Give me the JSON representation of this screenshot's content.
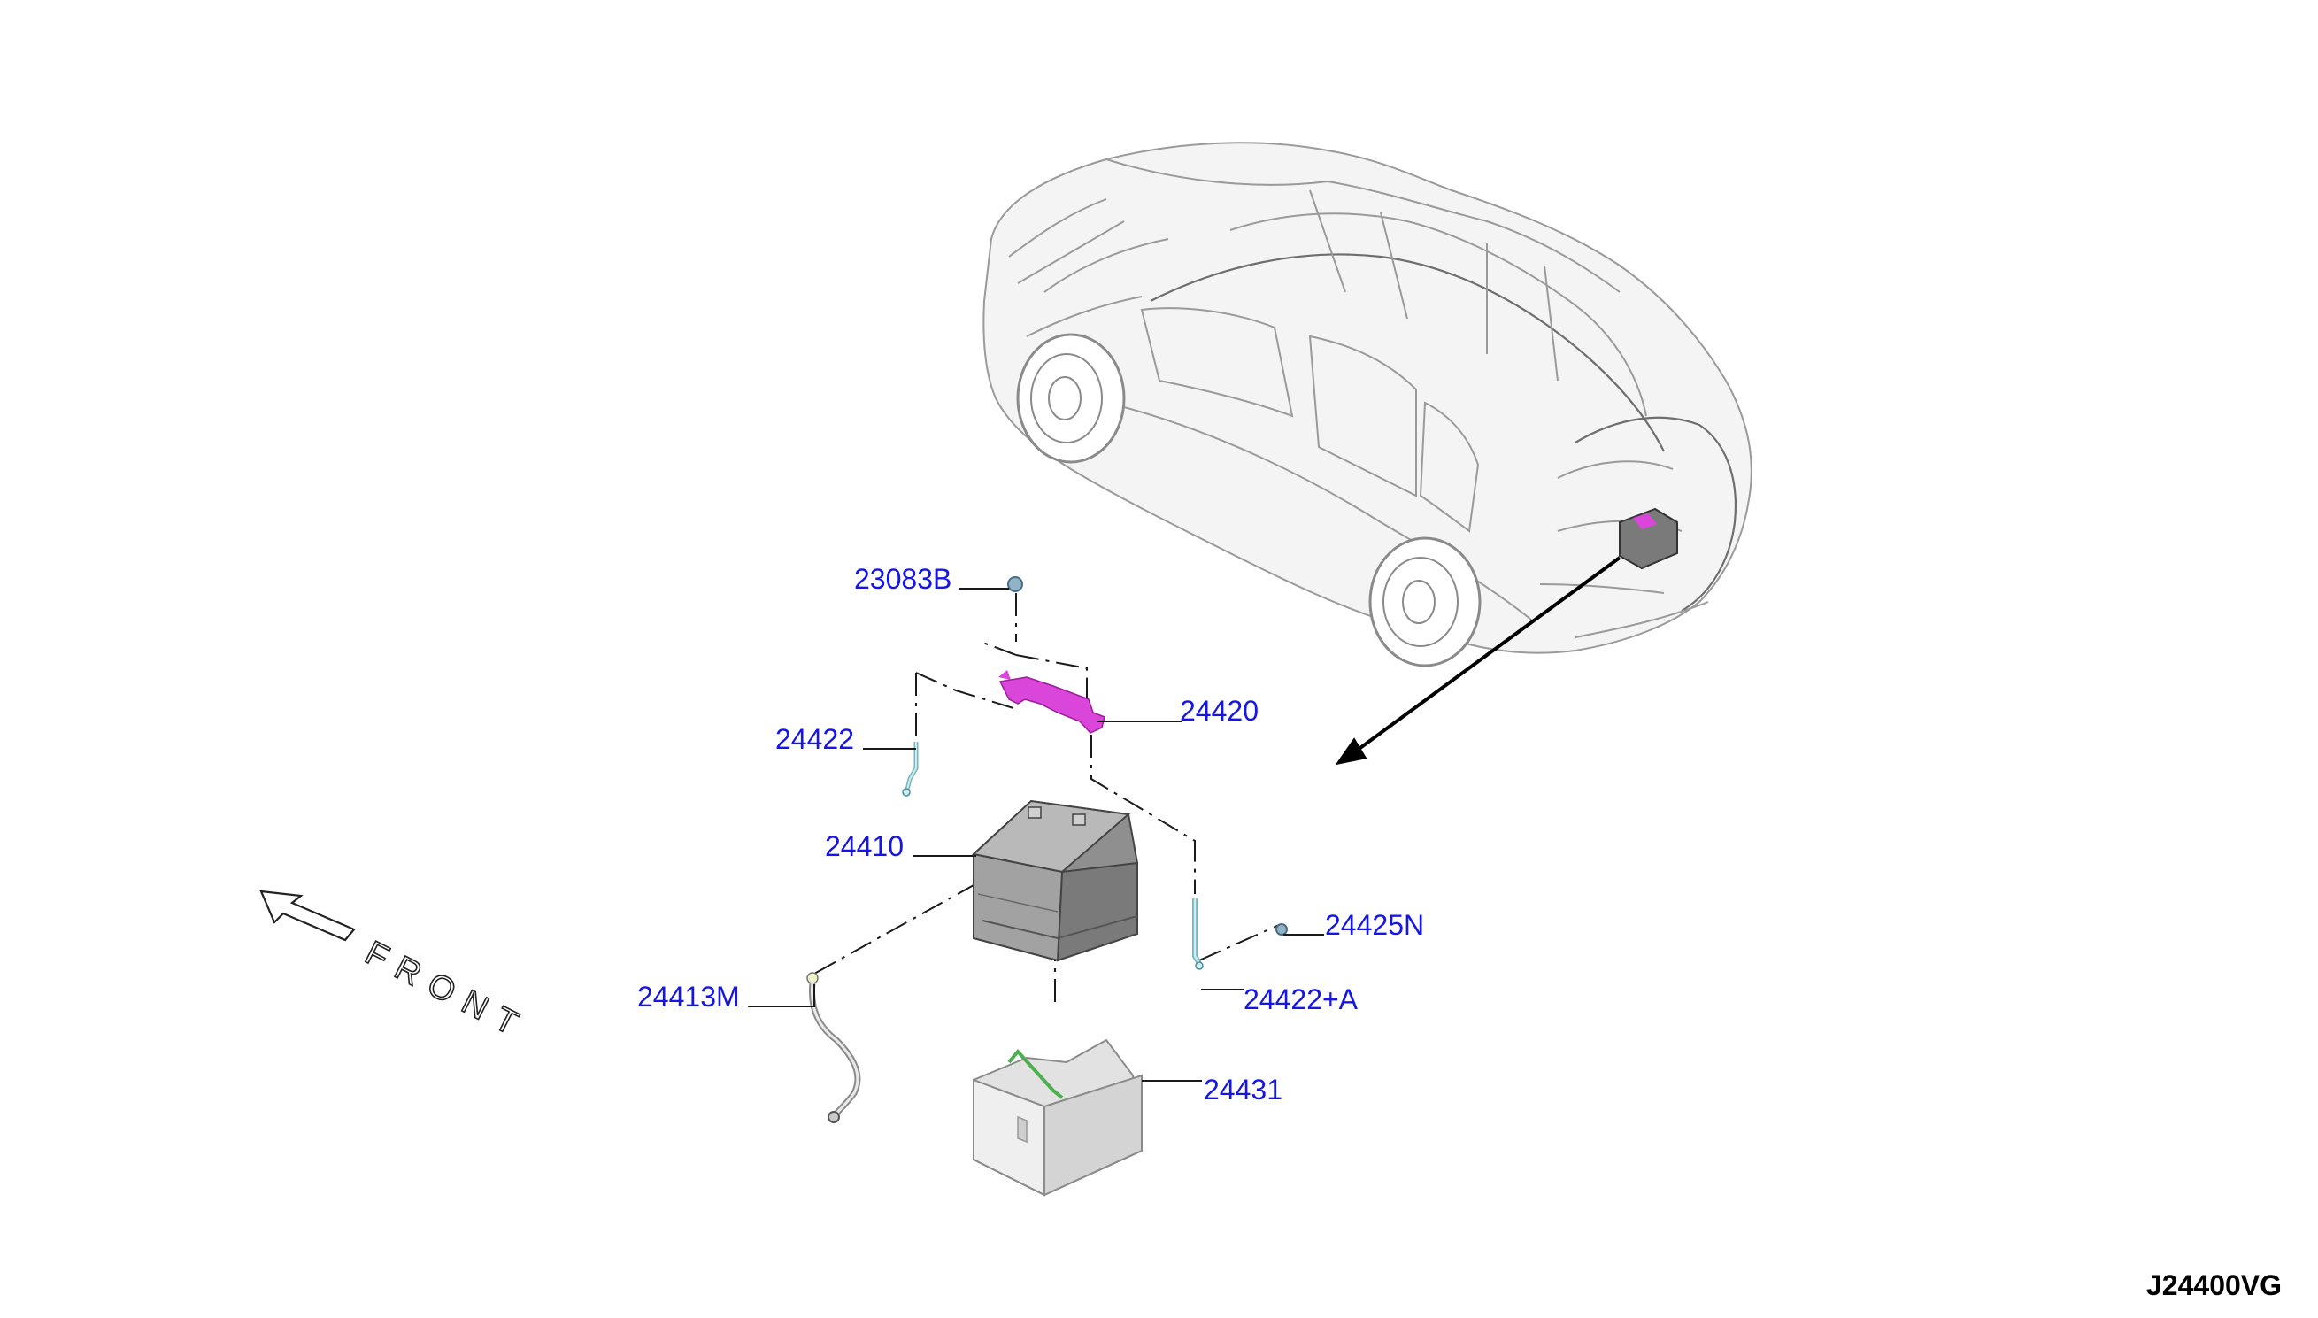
{
  "diagram_id": "J24400VG",
  "front_label": "FRONT",
  "colors": {
    "callout": "#1515e6",
    "holder": "#d946d9",
    "battery": "#8f8f8f",
    "tray": "#e2e2e2",
    "cable": "#9fd0d6"
  },
  "callouts": [
    {
      "key": "bolt",
      "label": "23083B"
    },
    {
      "key": "holder",
      "label": "24420"
    },
    {
      "key": "cable-left",
      "label": "24422"
    },
    {
      "key": "battery",
      "label": "24410"
    },
    {
      "key": "nut",
      "label": "24425N"
    },
    {
      "key": "cable-right",
      "label": "24422+A"
    },
    {
      "key": "harness",
      "label": "24413M"
    },
    {
      "key": "tray",
      "label": "24431"
    }
  ],
  "icons": [
    "car-overview",
    "front-arrow-icon",
    "direction-arrow-icon"
  ]
}
